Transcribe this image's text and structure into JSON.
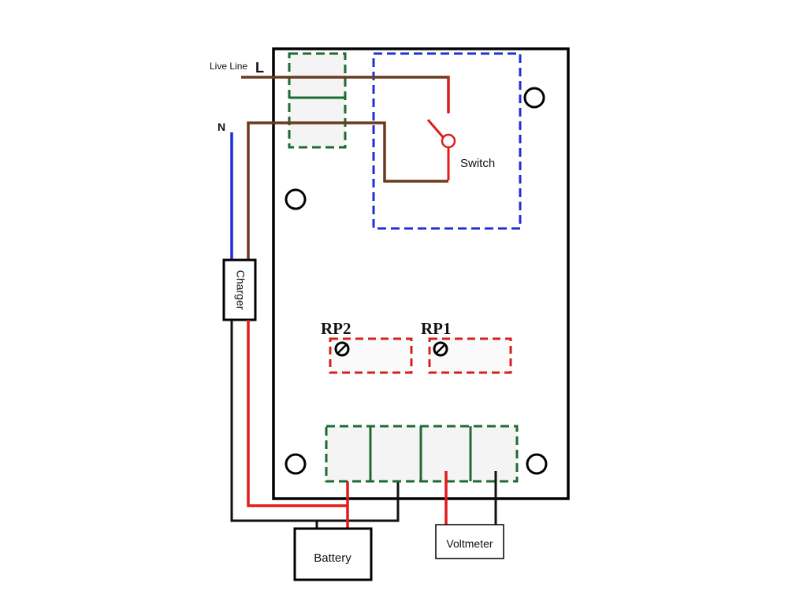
{
  "labels": {
    "live_line": "Live Line",
    "live_letter": "L",
    "neutral_letter": "N",
    "switch": "Switch",
    "charger": "Charger",
    "rp2": "RP2",
    "rp1": "RP1",
    "battery": "Battery",
    "voltmeter": "Voltmeter"
  },
  "colors": {
    "board_outline": "#000000",
    "live_wire": "#6b3a1e",
    "neutral_wire": "#1f2fd6",
    "positive_wire": "#e01b1b",
    "negative_wire": "#111111",
    "terminal_dashed": "#1d6b33",
    "switch_region_dashed": "#1f2fd6",
    "potentiometer_dashed": "#d62020",
    "switch_red": "#e01b1b"
  }
}
